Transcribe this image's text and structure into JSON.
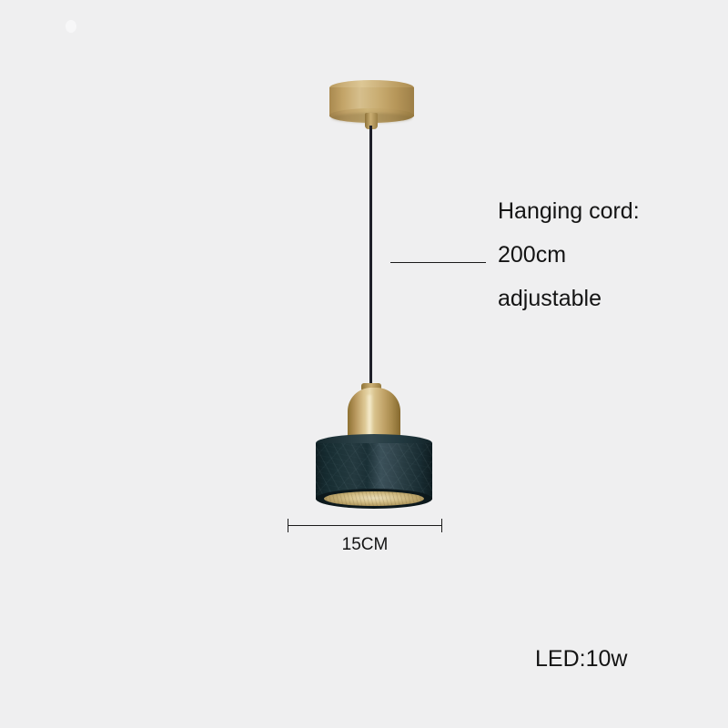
{
  "product": {
    "type": "pendant-lamp",
    "canopy_color": "#c0a165",
    "cord_color": "#20222c",
    "socket_color": "#d7c08a",
    "shade_color": "#1d3338",
    "shade_inner_color": "#d6c28c",
    "background_color": "#efeff0"
  },
  "annotations": {
    "cord": {
      "line1": "Hanging cord:",
      "line2": "200cm",
      "line3": "adjustable"
    },
    "width": {
      "label": "15CM"
    },
    "led": {
      "label": "LED:10w"
    }
  }
}
